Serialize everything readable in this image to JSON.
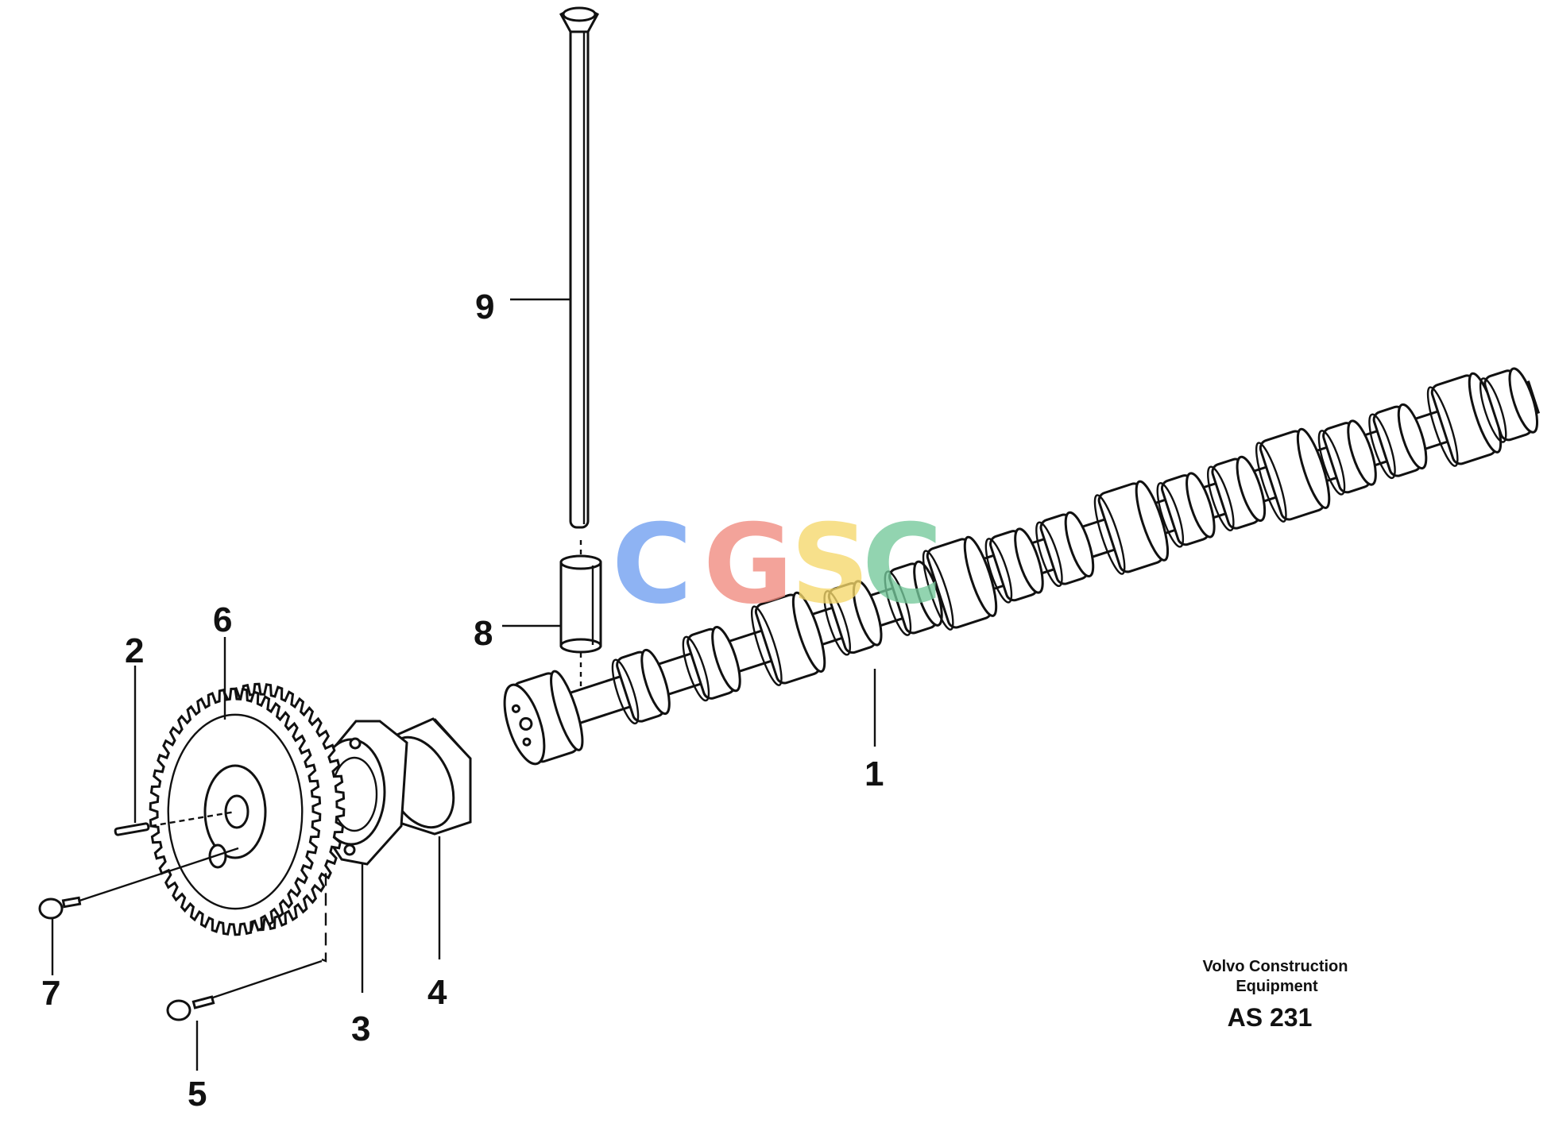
{
  "diagram": {
    "callouts": [
      {
        "id": "1",
        "text": "1",
        "part": "camshaft"
      },
      {
        "id": "2",
        "text": "2",
        "part": "pin"
      },
      {
        "id": "3",
        "text": "3",
        "part": "thrust-flange"
      },
      {
        "id": "4",
        "text": "4",
        "part": "bearing-bushing"
      },
      {
        "id": "5",
        "text": "5",
        "part": "flange-screw"
      },
      {
        "id": "6",
        "text": "6",
        "part": "camshaft-gear"
      },
      {
        "id": "7",
        "text": "7",
        "part": "gear-screw"
      },
      {
        "id": "8",
        "text": "8",
        "part": "valve-tappet"
      },
      {
        "id": "9",
        "text": "9",
        "part": "push-rod"
      }
    ],
    "credit_line1": "Volvo Construction",
    "credit_line2": "Equipment",
    "drawing_code": "AS 231"
  },
  "watermark": {
    "letters": [
      {
        "char": "C",
        "color": "#6f9ef0"
      },
      {
        "char": "G",
        "color": "#f08a7e"
      },
      {
        "char": "S",
        "color": "#f6d86b"
      },
      {
        "char": "C",
        "color": "#74c89a"
      }
    ]
  }
}
